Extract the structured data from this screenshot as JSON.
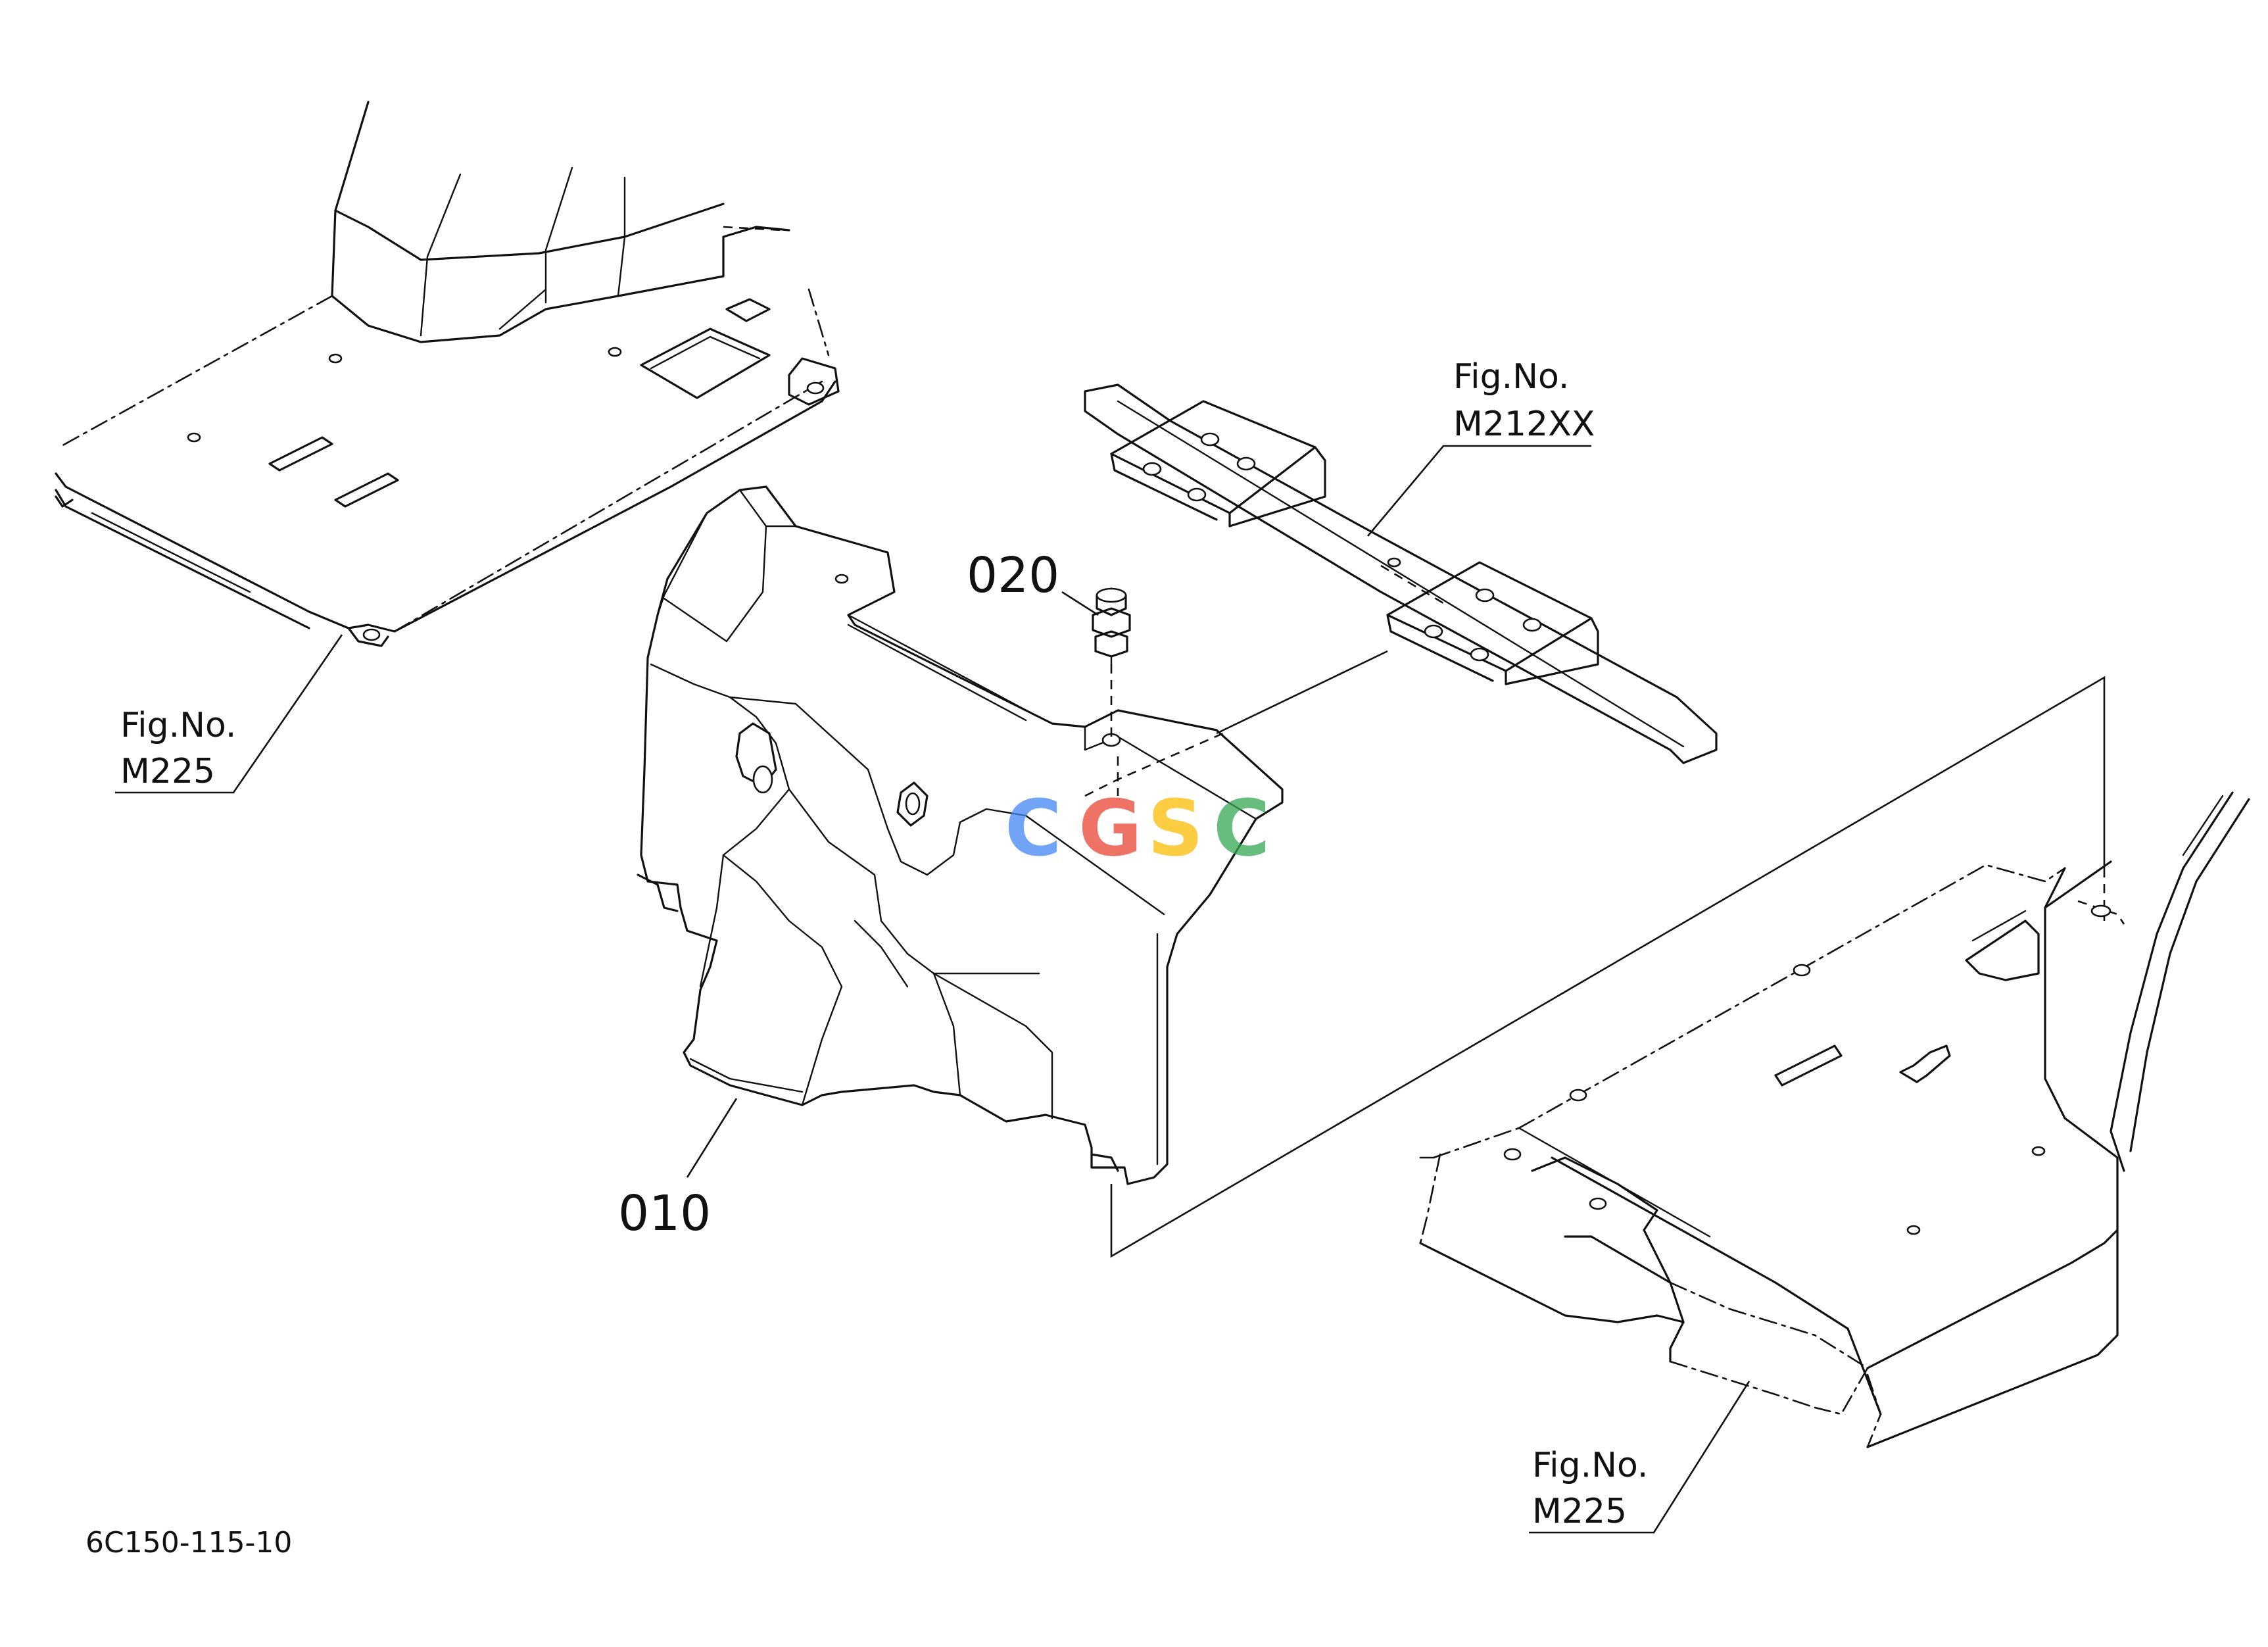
{
  "labels": {
    "ref_top_left": {
      "line1": "Fig.No.",
      "line2": "M225"
    },
    "ref_top_right": {
      "line1": "Fig.No.",
      "line2": "M212XX"
    },
    "ref_bottom_right": {
      "line1": "Fig.No.",
      "line2": "M225"
    },
    "part_010": "010",
    "part_020": "020",
    "drawing_code": "6C150-115-10"
  },
  "watermark": {
    "letters": [
      "C",
      "G",
      "S",
      "C"
    ],
    "colors": [
      "#4285F4",
      "#EA4335",
      "#FBBC05",
      "#34A853"
    ]
  }
}
